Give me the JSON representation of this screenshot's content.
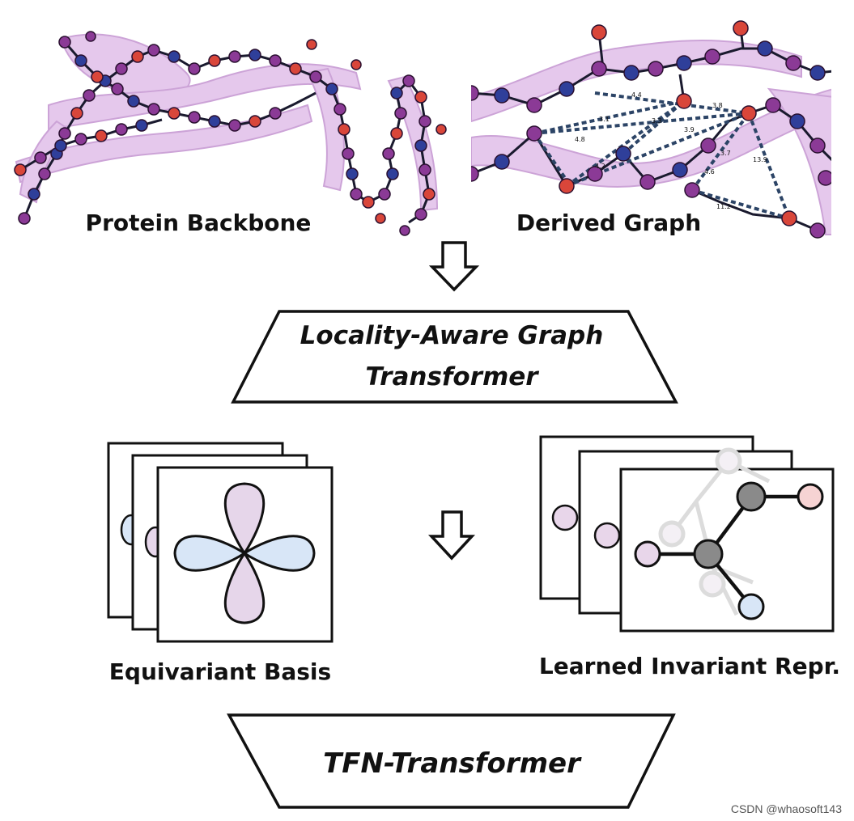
{
  "labels": {
    "protein_backbone": "Protein Backbone",
    "derived_graph": "Derived Graph",
    "locality_line1": "Locality-Aware Graph",
    "locality_line2": "Transformer",
    "equivariant_basis": "Equivariant Basis",
    "learned_invariant": "Learned Invariant Repr.",
    "tfn_transformer": "TFN-Transformer"
  },
  "edge_labels": [
    "3.1",
    "4.4",
    "3.8",
    "3.3",
    "4.8",
    "3.9",
    "4.2",
    "3.7",
    "4.6",
    "13.9",
    "11.2"
  ],
  "watermark": "CSDN @whaosoft143",
  "colors": {
    "ribbon": "#e3c3ea",
    "ribbon_dark": "#c79ad3",
    "atom_purple": "#8b3a96",
    "atom_blue": "#2f3f9a",
    "atom_red": "#d9463a",
    "lobe_purple": "#e6d6ea",
    "lobe_blue": "#d8e6f7",
    "node_gray": "#8a8a8a",
    "node_pink": "#f6d3d3",
    "node_blue": "#d8e6f7",
    "node_purple": "#e8d6ea"
  }
}
